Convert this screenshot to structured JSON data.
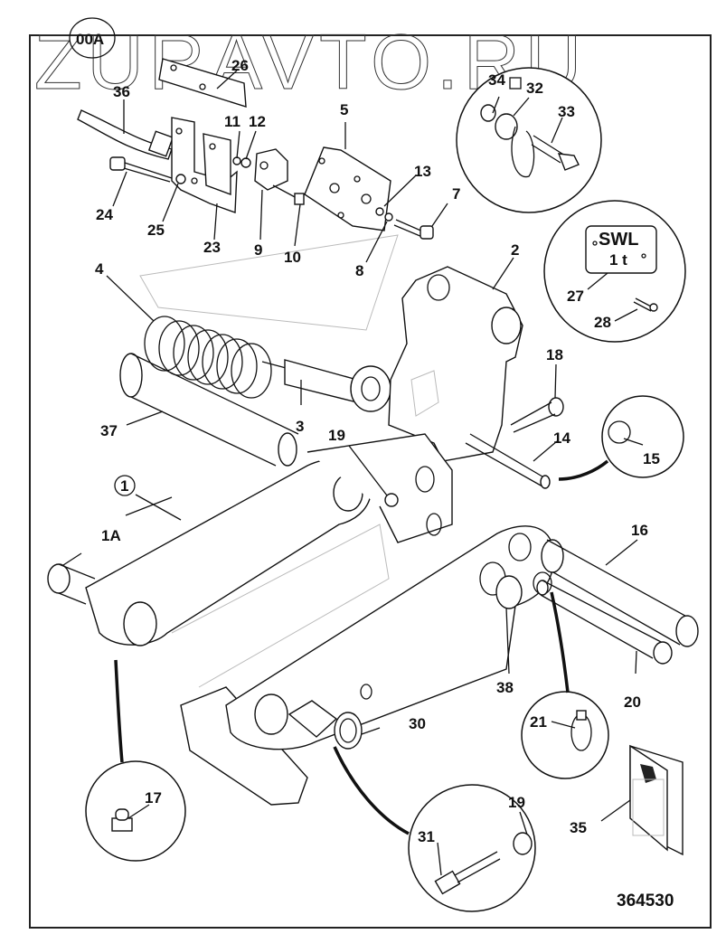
{
  "diagram": {
    "watermark": "ZURAVTO.RU",
    "section_id": "00A",
    "drawing_number": "364530",
    "callout_1": "1",
    "plate": {
      "line1": "SWL",
      "line2": "1 t"
    },
    "labels": {
      "l36": "36",
      "l26": "26",
      "l5": "5",
      "l34": "34",
      "l32": "32",
      "l33": "33",
      "l11": "11",
      "l12": "12",
      "l13": "13",
      "l7": "7",
      "l24": "24",
      "l25": "25",
      "l23": "23",
      "l9": "9",
      "l10": "10",
      "l8": "8",
      "l2": "2",
      "l27": "27",
      "l28": "28",
      "l4": "4",
      "l18": "18",
      "l3": "3",
      "l37": "37",
      "l19a": "19",
      "l14": "14",
      "l15": "15",
      "l1A": "1A",
      "l16": "16",
      "l38": "38",
      "l20": "20",
      "l21": "21",
      "l30": "30",
      "l17": "17",
      "l19b": "19",
      "l31": "31",
      "l35": "35"
    }
  }
}
